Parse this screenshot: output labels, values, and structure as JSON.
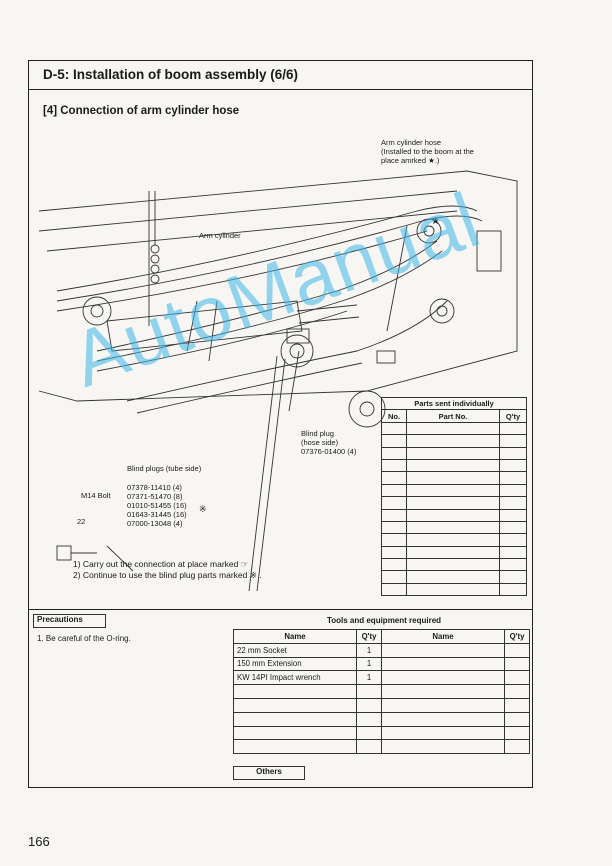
{
  "title": "D-5:  Installation of boom assembly (6/6)",
  "subtitle": "[4]  Connection of arm cylinder hose",
  "diagram_labels": {
    "arm_cylinder_hose": "Arm cylinder hose\n(Installed to the boom at the\nplace amrked ★.)",
    "arm_cylinder": "Arm cylinder",
    "blind_plug_hose": "Blind plug\n(hose side)\n07376-01400 (4)",
    "blind_plugs_tube": "Blind plugs (tube side)",
    "plug_list": "07378-11410 (4)\n07371-51470 (8)\n01010-51455 (16)\n01643-31445 (16)\n07000-13048 (4)",
    "m14_bolt": "M14 Bolt",
    "size_22": "22",
    "star": "★",
    "mark": "※"
  },
  "notes": [
    "1)  Carry out the connection at place marked ☞ .",
    "2)  Continue to use the blind plug parts marked ※ ."
  ],
  "parts_table": {
    "caption": "Parts sent individually",
    "headers": [
      "No.",
      "Part No.",
      "Q'ty"
    ]
  },
  "precautions": {
    "header": "Precautions",
    "items": [
      "1.  Be careful of the O-ring."
    ]
  },
  "tools": {
    "header": "Tools and equipment required",
    "col_name": "Name",
    "col_qty": "Q'ty",
    "rows": [
      {
        "name": "22 mm Socket",
        "qty": "1"
      },
      {
        "name": "150 mm Extension",
        "qty": "1"
      },
      {
        "name": "KW 14PI Impact wrench",
        "qty": "1"
      }
    ],
    "others": "Others"
  },
  "page_number": "166",
  "watermark": "AutoManual"
}
